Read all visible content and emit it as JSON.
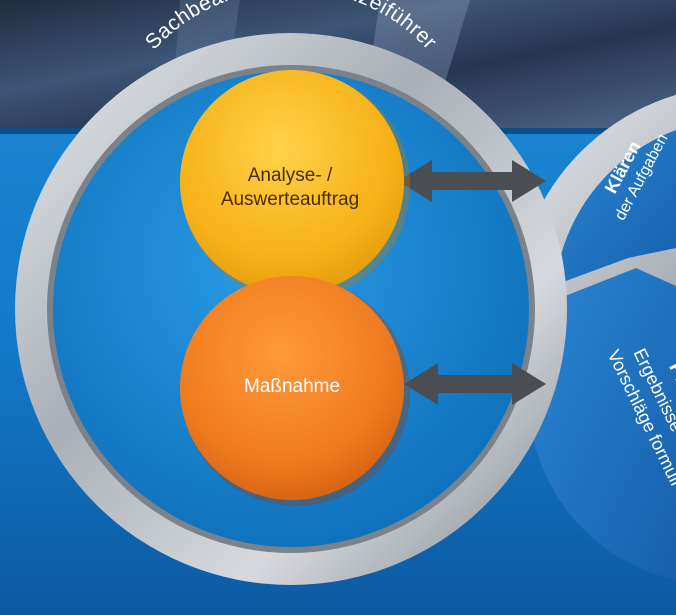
{
  "ring": {
    "title": "Sachbearbeitung / Polizeiführer"
  },
  "nodes": {
    "top": {
      "line1": "Analyse- /",
      "line2": "Auswerteauftrag"
    },
    "bottom": {
      "label": "Maßnahme"
    }
  },
  "segments": {
    "top": {
      "title": "Klären",
      "subtitle": "der Aufgaben"
    },
    "bottom": {
      "title": "Präs",
      "line1": "Ergebnisse erkl",
      "line2": "Vorschläge formuli"
    }
  },
  "colors": {
    "background_blue": "#1478c4",
    "photo_dark": "#2b3a52",
    "ring_silver": "#b9bec4",
    "node_yellow": "#f7b117",
    "node_orange": "#ee7a1f",
    "segment_blue": "#1c6db8",
    "arrow_gray": "#4a4d52"
  }
}
